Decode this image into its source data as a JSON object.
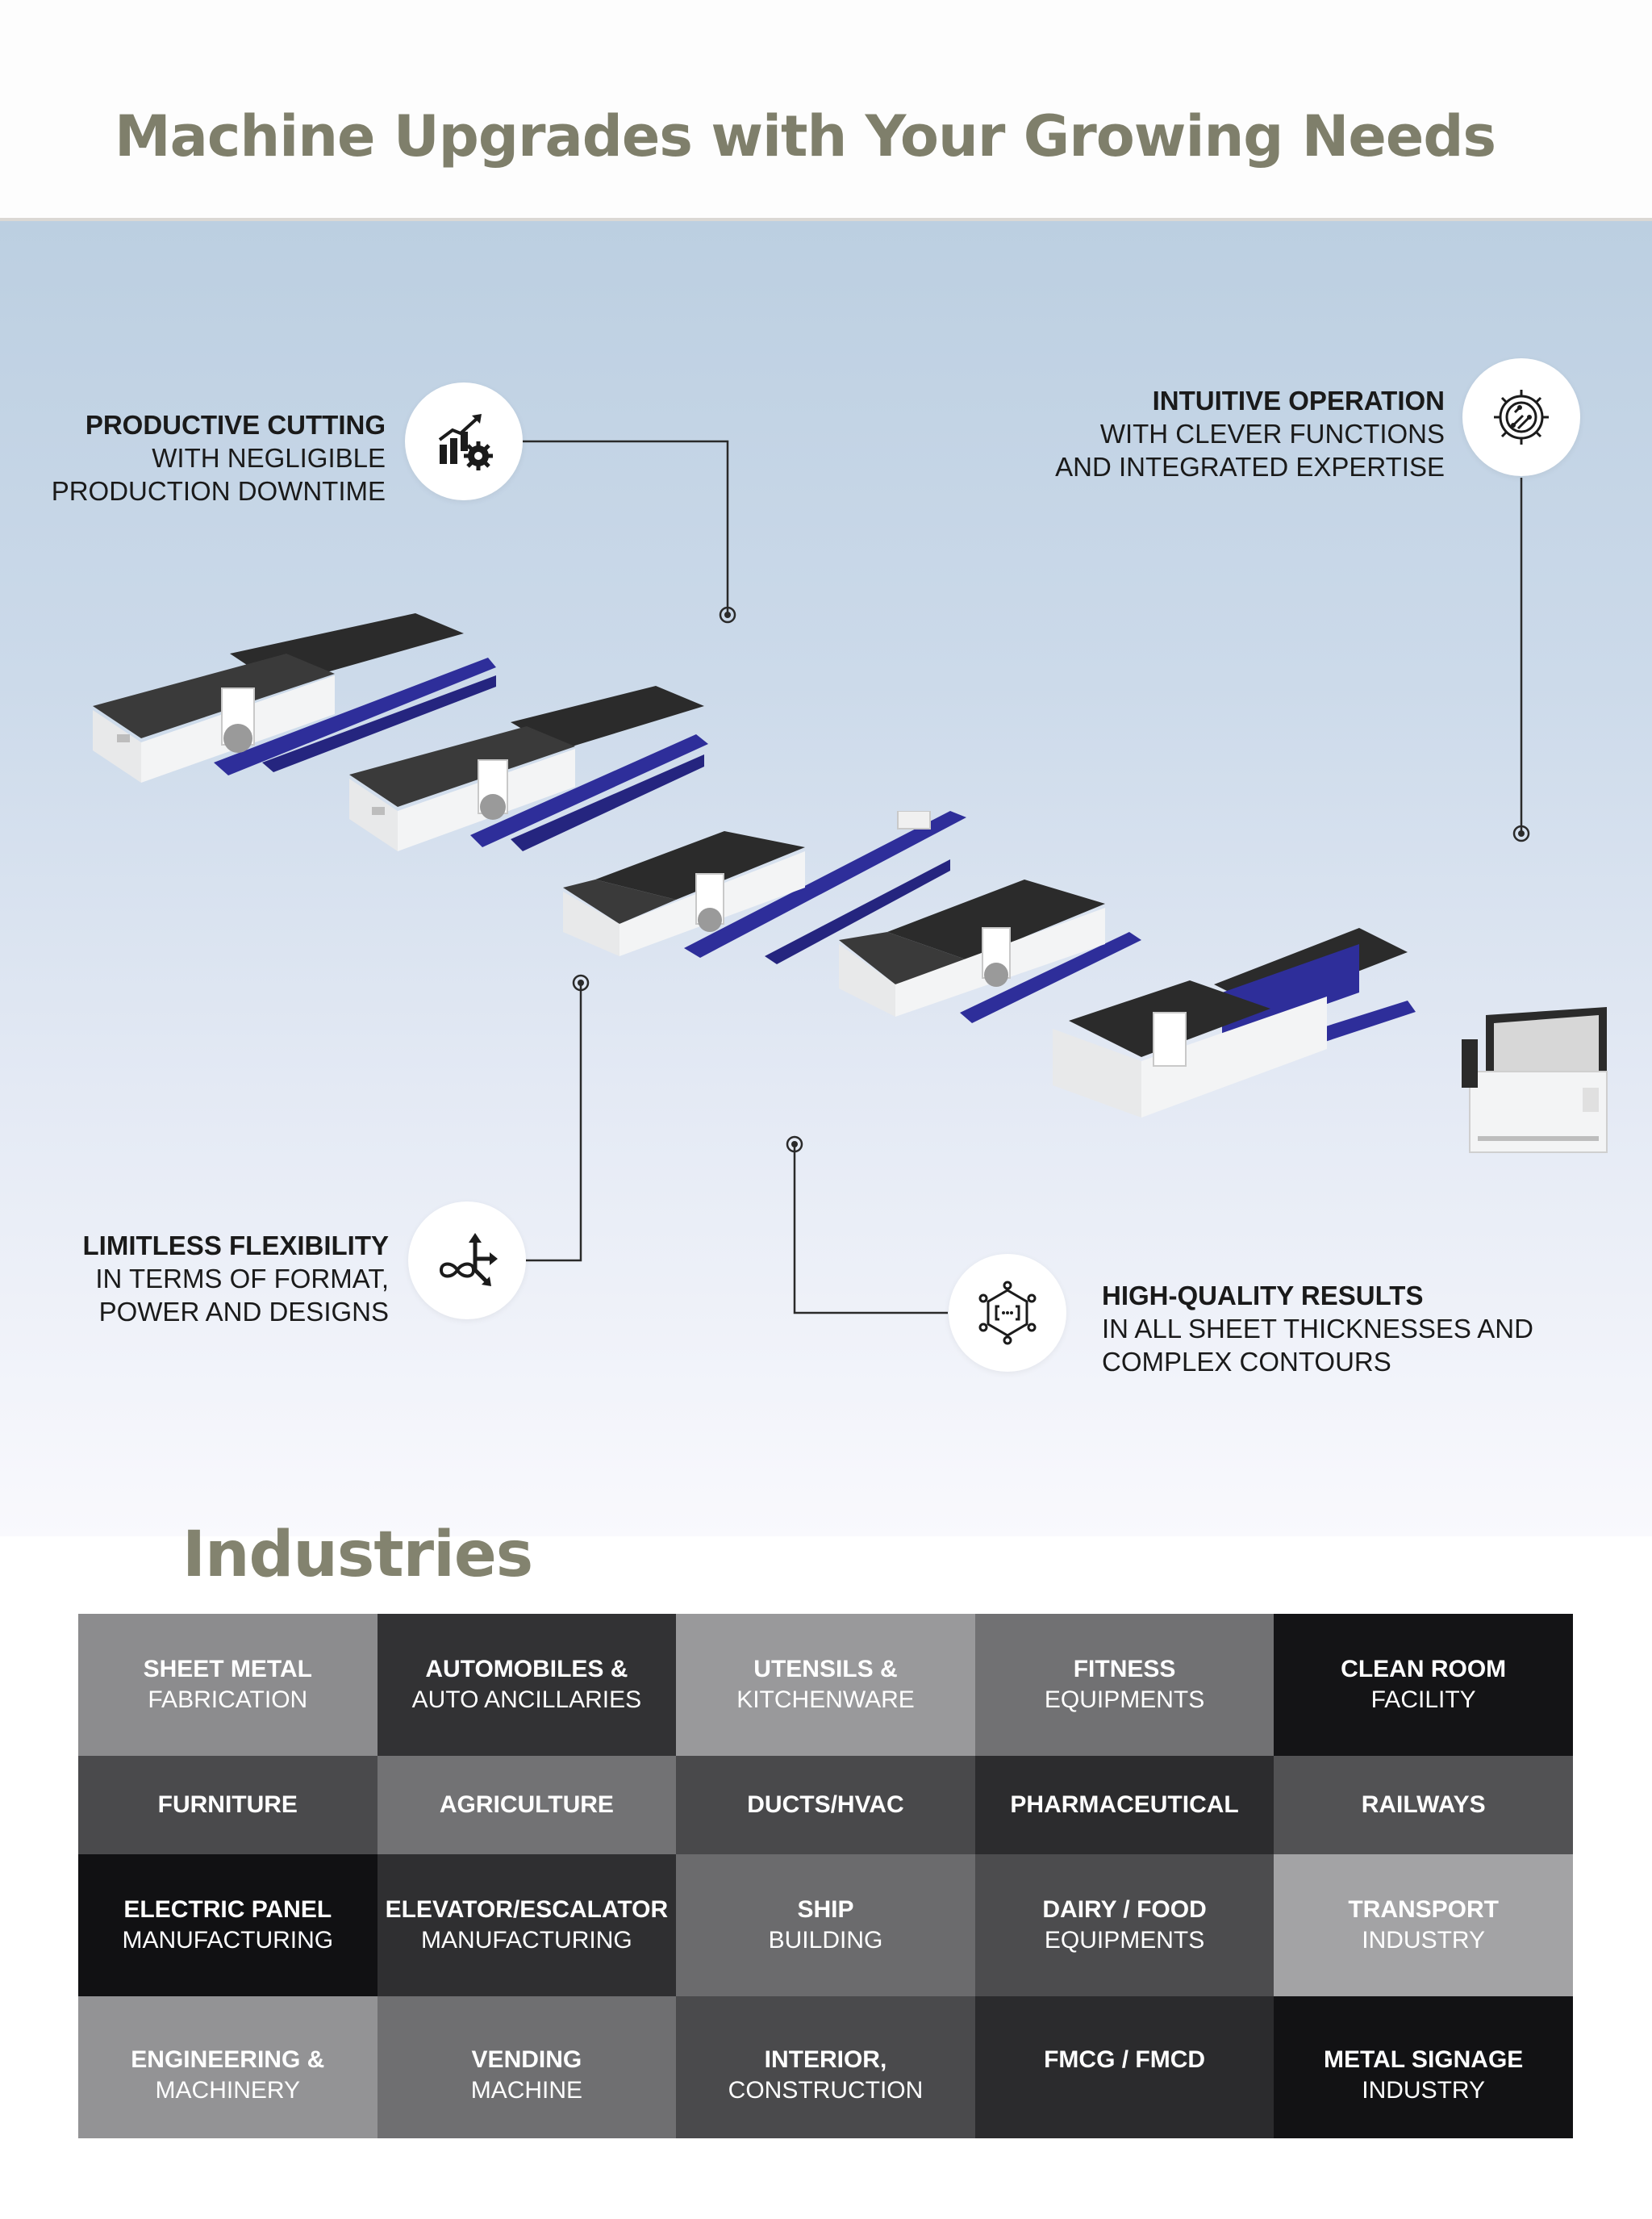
{
  "header": {
    "title": "Machine Upgrades with Your Growing Needs"
  },
  "colors": {
    "title": "#7f7f6b",
    "machine_frame": "#2e2e9a",
    "machine_body": "#f2f3f4"
  },
  "features": [
    {
      "strong": "PRODUCTIVE CUTTING",
      "rest": "WITH NEGLIGIBLE\nPRODUCTION DOWNTIME",
      "icon": "growth-chart-gear-icon"
    },
    {
      "strong": "INTUITIVE OPERATION",
      "rest": "WITH CLEVER FUNCTIONS\nAND INTEGRATED EXPERTISE",
      "icon": "circuit-gear-icon"
    },
    {
      "strong": "LIMITLESS FLEXIBILITY",
      "rest": "IN TERMS OF FORMAT,\nPOWER AND DESIGNS",
      "icon": "infinity-arrows-icon"
    },
    {
      "strong": "HIGH-QUALITY RESULTS",
      "rest": "IN ALL SHEET THICKNESSES AND\nCOMPLEX CONTOURS",
      "icon": "network-brackets-icon"
    }
  ],
  "machines": [
    {
      "name": "fiber-laser-cutting-machine-with-tube-cutter"
    },
    {
      "name": "fiber-laser-cutting-machine-with-tube-cutter"
    },
    {
      "name": "fiber-laser-cutting-machine-with-tube-cutter"
    },
    {
      "name": "fiber-laser-cutting-machine-with-tube-cutter"
    },
    {
      "name": "exchange-table-fiber-laser-cutting-machine"
    },
    {
      "name": "compact-enclosed-laser-cutting-machine"
    }
  ],
  "industries": {
    "title": "Industries",
    "rows": [
      [
        {
          "l1": "SHEET METAL",
          "l2": "FABRICATION",
          "bg": "#8c8c8e"
        },
        {
          "l1": "AUTOMOBILES &",
          "l2": "AUTO ANCILLARIES",
          "bg": "#323234"
        },
        {
          "l1": "UTENSILS &",
          "l2": "KITCHENWARE",
          "bg": "#99999b"
        },
        {
          "l1": "FITNESS",
          "l2": "EQUIPMENTS",
          "bg": "#717173"
        },
        {
          "l1": "CLEAN ROOM",
          "l2": "FACILITY",
          "bg": "#141416"
        }
      ],
      [
        {
          "l1": "FURNITURE",
          "l2": "",
          "bg": "#4a4a4c"
        },
        {
          "l1": "AGRICULTURE",
          "l2": "",
          "bg": "#727274"
        },
        {
          "l1": "DUCTS/HVAC",
          "l2": "",
          "bg": "#49494b"
        },
        {
          "l1": "PHARMACEUTICAL",
          "l2": "",
          "bg": "#2c2c2e"
        },
        {
          "l1": "RAILWAYS",
          "l2": "",
          "bg": "#525254"
        }
      ],
      [
        {
          "l1": "ELECTRIC PANEL",
          "l2": "MANUFACTURING",
          "bg": "#111113"
        },
        {
          "l1": "ELEVATOR/ESCALATOR",
          "l2": "MANUFACTURING",
          "bg": "#2f2f31"
        },
        {
          "l1": "SHIP",
          "l2": "BUILDING",
          "bg": "#6b6b6d"
        },
        {
          "l1": "DAIRY / FOOD",
          "l2": "EQUIPMENTS",
          "bg": "#4c4c4e"
        },
        {
          "l1": "TRANSPORT",
          "l2": "INDUSTRY",
          "bg": "#a3a3a5"
        }
      ],
      [
        {
          "l1": "ENGINEERING &",
          "l2": "MACHINERY",
          "bg": "#939395"
        },
        {
          "l1": "VENDING",
          "l2": "MACHINE",
          "bg": "#6f6f71"
        },
        {
          "l1": "INTERIOR,",
          "l2": "CONSTRUCTION",
          "bg": "#4a4a4c"
        },
        {
          "l1": "FMCG / FMCD",
          "l2": "",
          "bg": "#2b2b2d"
        },
        {
          "l1": "METAL SIGNAGE",
          "l2": "INDUSTRY",
          "bg": "#121214"
        }
      ]
    ]
  }
}
